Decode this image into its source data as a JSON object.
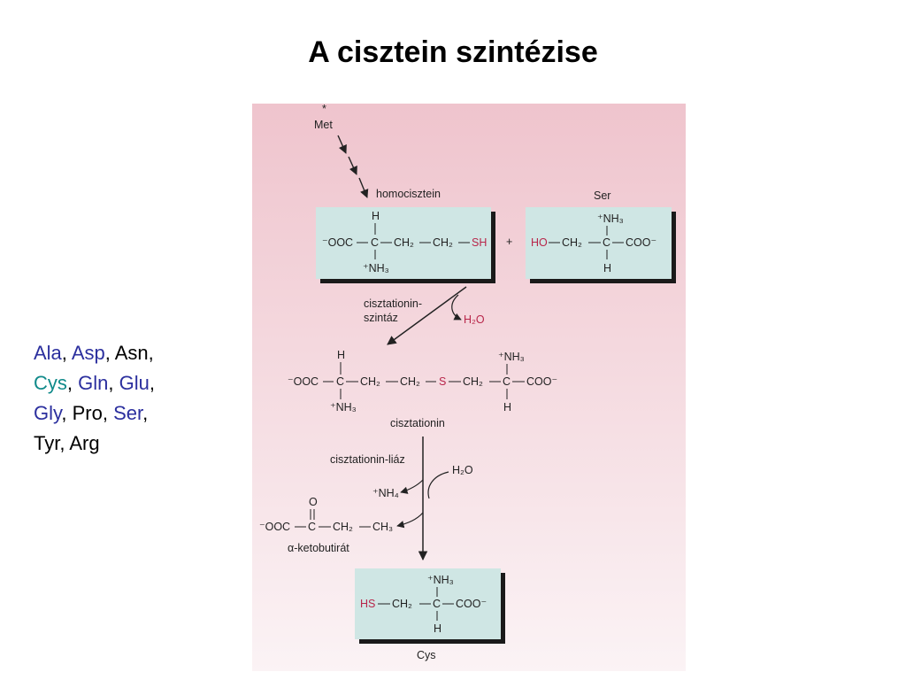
{
  "title": "A cisztein szintézise",
  "amino_acids": [
    {
      "name": "Ala",
      "color": "#2b2f9e",
      "sep": ", "
    },
    {
      "name": "Asp",
      "color": "#2b2f9e",
      "sep": ", "
    },
    {
      "name": "Asn",
      "color": "#000000",
      "sep": ","
    },
    {
      "name": "Cys",
      "color": "#108a8a",
      "sep": ", "
    },
    {
      "name": "Gln",
      "color": "#2b2f9e",
      "sep": ", "
    },
    {
      "name": "Glu",
      "color": "#2b2f9e",
      "sep": ","
    },
    {
      "name": "Gly",
      "color": "#2b2f9e",
      "sep": ", "
    },
    {
      "name": "Pro",
      "color": "#000000",
      "sep": ", "
    },
    {
      "name": "Ser",
      "color": "#2b2f9e",
      "sep": ","
    },
    {
      "name": "Tyr",
      "color": "#000000",
      "sep": ", "
    },
    {
      "name": "Arg",
      "color": "#000000",
      "sep": ""
    }
  ],
  "diagram": {
    "met": "Met",
    "met_star": "*",
    "homocysteine_label": "homocisztein",
    "serine_label": "Ser",
    "plus": "+",
    "enzyme1": [
      "cisztationin-",
      "szintáz"
    ],
    "water": "H₂O",
    "cystathionine_label": "cisztationin",
    "enzyme2": "cisztationin-liáz",
    "ammonium": "⁺NH₄",
    "ketobutyrate_label": "α-ketobutirát",
    "cys_label": "Cys",
    "colors": {
      "panel_fill": "#cfe6e4",
      "panel_shadow": "#1a1a1a",
      "bg_top": "#efc4cd",
      "bg_bottom": "#fbf3f5",
      "highlight": "#b8264a"
    },
    "homocysteine": {
      "top": "H",
      "chain": [
        "⁻OOC",
        "C",
        "CH₂",
        "CH₂",
        "SH"
      ],
      "bottom": "⁺NH₃"
    },
    "serine": {
      "top": "⁺NH₃",
      "chain": [
        "HO",
        "CH₂",
        "C",
        "COO⁻"
      ],
      "bottom": "H"
    },
    "cystathionine": {
      "left_top": "H",
      "right_top": "⁺NH₃",
      "chain": [
        "⁻OOC",
        "C",
        "CH₂",
        "CH₂",
        "S",
        "CH₂",
        "C",
        "COO⁻"
      ],
      "left_bottom": "⁺NH₃",
      "right_bottom": "H"
    },
    "ketobutyrate": {
      "top": "O",
      "chain": [
        "⁻OOC",
        "C",
        "CH₂",
        "CH₃"
      ]
    },
    "cysteine": {
      "top": "⁺NH₃",
      "chain": [
        "HS",
        "CH₂",
        "C",
        "COO⁻"
      ],
      "bottom": "H"
    }
  }
}
